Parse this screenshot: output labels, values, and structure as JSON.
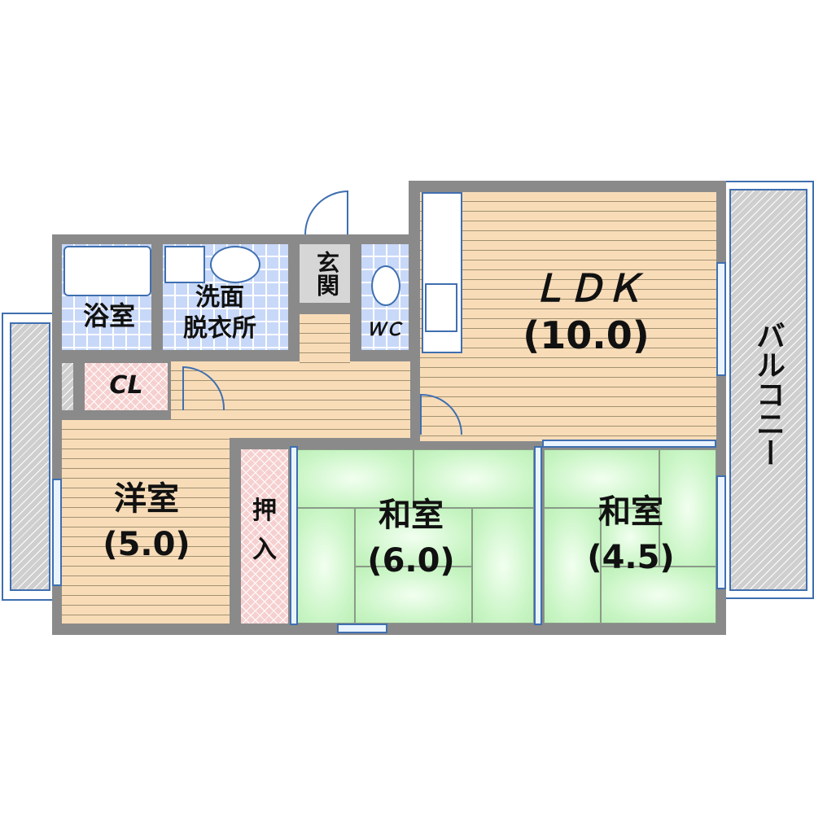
{
  "plan": {
    "rooms": {
      "ldk": {
        "name": "ＬＤＫ",
        "size": "(10.0)"
      },
      "washroom": {
        "name_line1": "洗面",
        "name_line2": "脱衣所"
      },
      "bathroom": {
        "name": "浴室"
      },
      "entrance": {
        "name": "玄関"
      },
      "wc": {
        "name": "ＷＣ"
      },
      "closet_cl": {
        "name": "CL"
      },
      "western_room": {
        "name": "洋室",
        "size": "(5.0)"
      },
      "oshiire": {
        "name_line1": "押",
        "name_line2": "入"
      },
      "japanese_room_1": {
        "name": "和室",
        "size": "(6.0)"
      },
      "japanese_room_2": {
        "name": "和室",
        "size": "(4.5)"
      },
      "balcony_right": {
        "name": "バルコニー"
      }
    },
    "colors": {
      "wall": "#8a8a8a",
      "wood_floor": "#f8dcb8",
      "tile_floor": "#c8d8f8",
      "closet": "#f6d0d0",
      "tatami": "#c9f5c5",
      "balcony": "#cfcfcf",
      "fixture_outline": "#3f6fb0"
    }
  }
}
